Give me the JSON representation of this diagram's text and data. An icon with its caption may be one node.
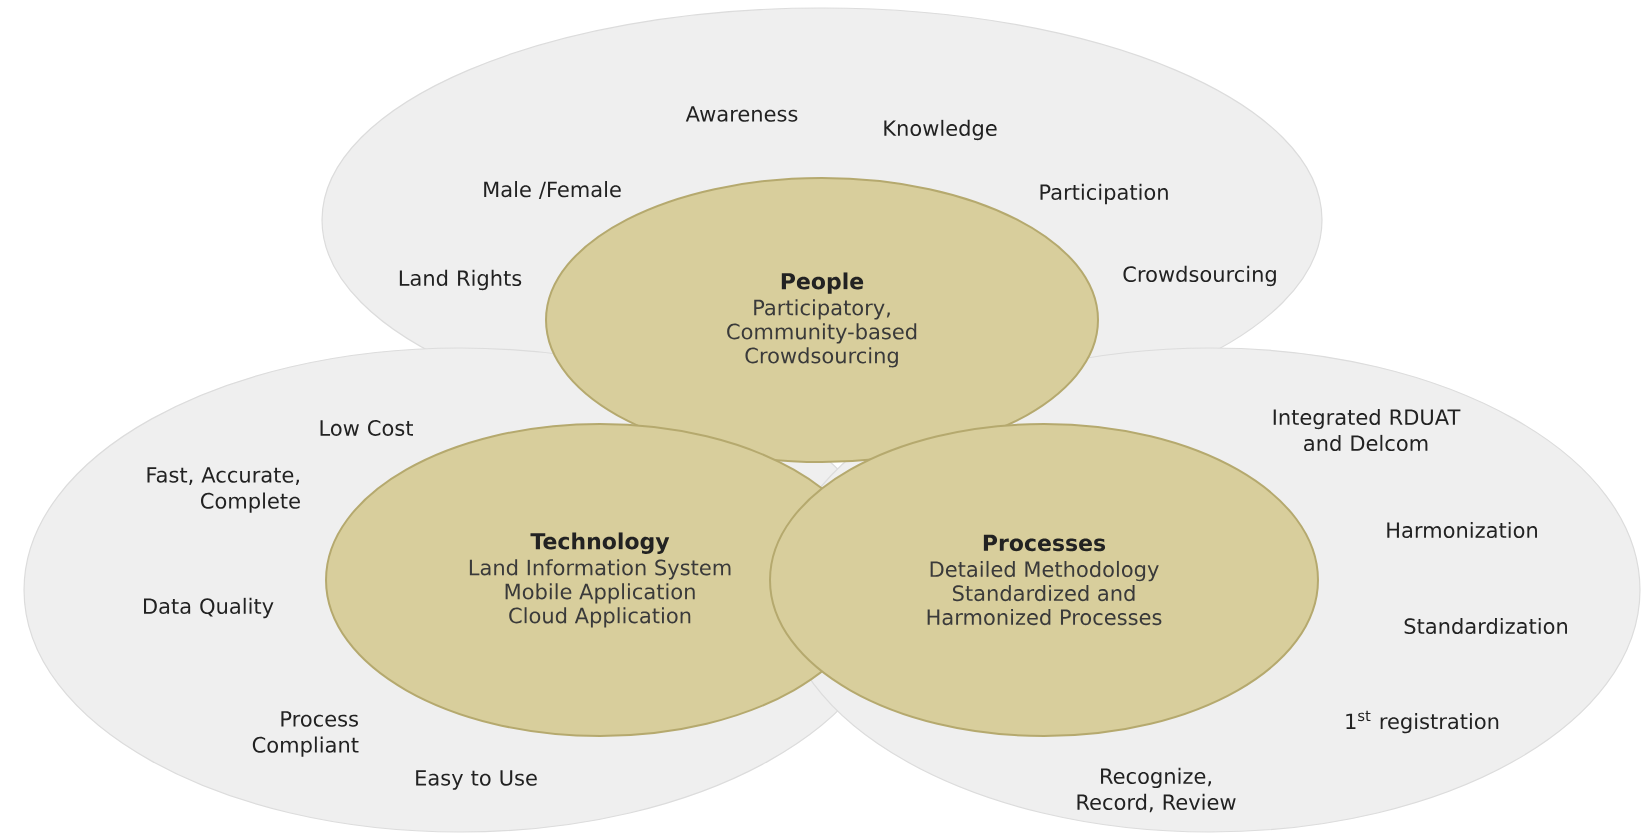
{
  "diagram": {
    "nodes": [
      {
        "text": [
          "Awareness",
          "Knowledge",
          "Male /Female",
          "Participation",
          "Land Rights",
          "Crowdsourcing"
        ]
      },
      {
        "text": [
          "Low Cost",
          "Fast, Accurate, Complete",
          "Data Quality",
          "Process Compliant",
          "Easy to Use"
        ]
      },
      {
        "text": [
          "Integrated RDUAT and Delcom",
          "Harmonization",
          "Standardization",
          "1$^{st}$ registration",
          "Recognize, Record, Review"
        ]
      },
      {
        "text": [
          "People",
          "Participatory, Community-based Crowdsourcing"
        ]
      },
      {
        "text": [
          "Technology",
          "Land Information System Mobile Application Cloud Application"
        ],
        "in": 1
      },
      {
        "text": [
          "Processes",
          "Detailed Methodology Standardized and Harmonized Processes"
        ],
        "in": 2
      }
    ]
  }
}
